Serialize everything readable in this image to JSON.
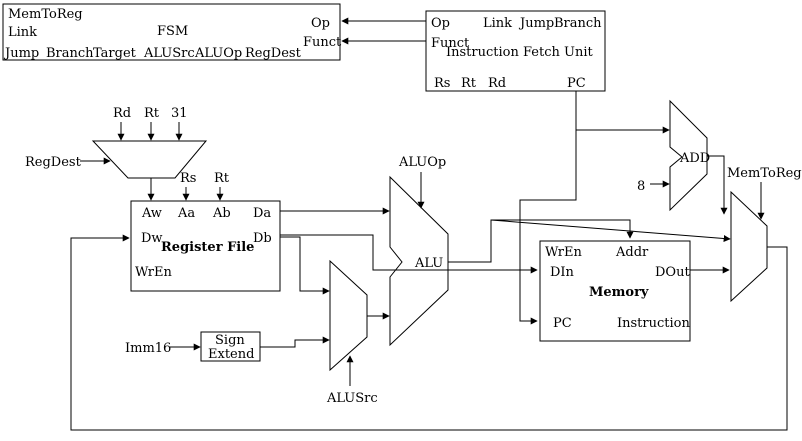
{
  "fsm": {
    "title": "FSM",
    "outputs": [
      "MemToReg",
      "Link",
      "Jump",
      "Branch",
      "Target",
      "ALUSrc",
      "ALUOp",
      "RegDest"
    ],
    "inputs": [
      "Op",
      "Funct"
    ]
  },
  "ifu": {
    "title": "Instruction Fetch Unit",
    "outputs": [
      "Op",
      "Funct",
      "Rs",
      "Rt",
      "Rd",
      "PC"
    ],
    "inputs": [
      "Link",
      "Jump",
      "Branch"
    ]
  },
  "regdest_mux": {
    "inputs": [
      "Rd",
      "Rt",
      "31"
    ],
    "select": "RegDest"
  },
  "register_file": {
    "title": "Register File",
    "ports": [
      "Aw",
      "Aa",
      "Ab",
      "Da",
      "Dw",
      "Db",
      "WrEn"
    ],
    "addr_inputs": [
      "Rs",
      "Rt"
    ]
  },
  "sign_extend": {
    "label_line1": "Sign",
    "label_line2": "Extend",
    "input": "Imm16"
  },
  "alusrc_mux": {
    "select": "ALUSrc"
  },
  "alu": {
    "label": "ALU",
    "control": "ALUOp"
  },
  "adder": {
    "label": "ADD",
    "const": "8"
  },
  "memory": {
    "title": "Memory",
    "ports": [
      "WrEn",
      "Addr",
      "DIn",
      "DOut",
      "PC",
      "Instruction"
    ]
  },
  "memtoreg_mux": {
    "select": "MemToReg"
  }
}
